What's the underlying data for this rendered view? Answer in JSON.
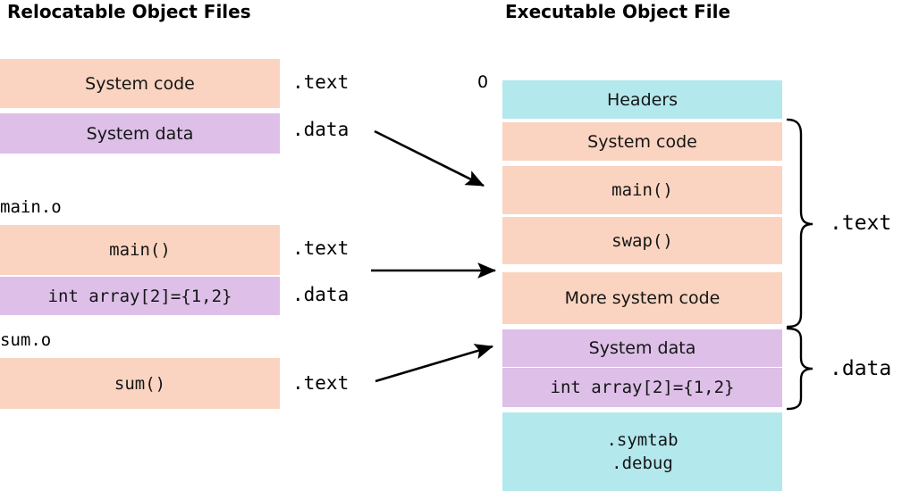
{
  "titles": {
    "left": "Relocatable Object Files",
    "right": "Executable Object File"
  },
  "relocatable": {
    "system_blocks": [
      {
        "label": "System code",
        "kind": "code",
        "section": ".text"
      },
      {
        "label": "System data",
        "kind": "data",
        "section": ".data"
      }
    ],
    "objects": [
      {
        "name": "main.o",
        "blocks": [
          {
            "label": "main()",
            "kind": "code",
            "mono": true,
            "section": ".text"
          },
          {
            "label": "int array[2]={1,2}",
            "kind": "data",
            "mono": true,
            "section": ".data"
          }
        ]
      },
      {
        "name": "sum.o",
        "blocks": [
          {
            "label": "sum()",
            "kind": "code",
            "mono": true,
            "section": ".text"
          }
        ]
      }
    ]
  },
  "executable": {
    "start_address": "0",
    "blocks": [
      {
        "label": "Headers",
        "kind": "header",
        "mono": false
      },
      {
        "label": "System code",
        "kind": "code",
        "mono": false
      },
      {
        "label": "main()",
        "kind": "code",
        "mono": true
      },
      {
        "label": "swap()",
        "kind": "code",
        "mono": true
      },
      {
        "label": "More system code",
        "kind": "code",
        "mono": false
      },
      {
        "label": "System data",
        "kind": "data",
        "mono": false
      },
      {
        "label": "int array[2]={1,2}",
        "kind": "data",
        "mono": true
      },
      {
        "label": ".symtab\n.debug",
        "kind": "header",
        "mono": true,
        "lines": [
          ".symtab",
          ".debug"
        ]
      }
    ],
    "braces": [
      {
        "label": ".text",
        "spans": [
          "System code",
          "main()",
          "swap()",
          "More system code"
        ]
      },
      {
        "label": ".data",
        "spans": [
          "System data",
          "int array[2]={1,2}"
        ]
      }
    ]
  },
  "section_labels": {
    "sys_text": ".text",
    "sys_data": ".data",
    "main_text": ".text",
    "main_data": ".data",
    "sum_text": ".text"
  },
  "colors": {
    "code": "#fad4c0",
    "data": "#ddbfe8",
    "header": "#b3e8ed",
    "background": "#ffffff",
    "ink": "#000000"
  },
  "arrows": [
    {
      "from": "main.o .data",
      "to": "executable main()"
    },
    {
      "from": "main.o .text",
      "to": "executable More system code"
    },
    {
      "from": "sum.o .text",
      "to": "executable System data"
    }
  ]
}
